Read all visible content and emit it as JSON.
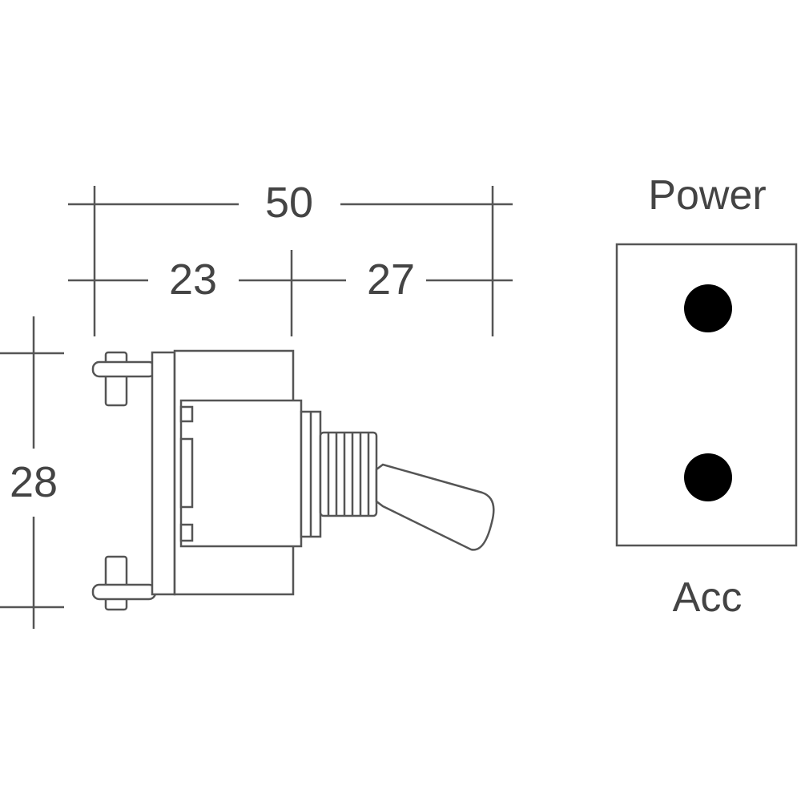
{
  "dimensions": {
    "overall_width": "50",
    "body_width": "23",
    "toggle_width": "27",
    "height": "28"
  },
  "terminals": {
    "top_label": "Power",
    "bottom_label": "Acc"
  },
  "colors": {
    "line": "#555555",
    "text": "#444444",
    "terminal_dot": "#000000",
    "background": "#ffffff"
  }
}
